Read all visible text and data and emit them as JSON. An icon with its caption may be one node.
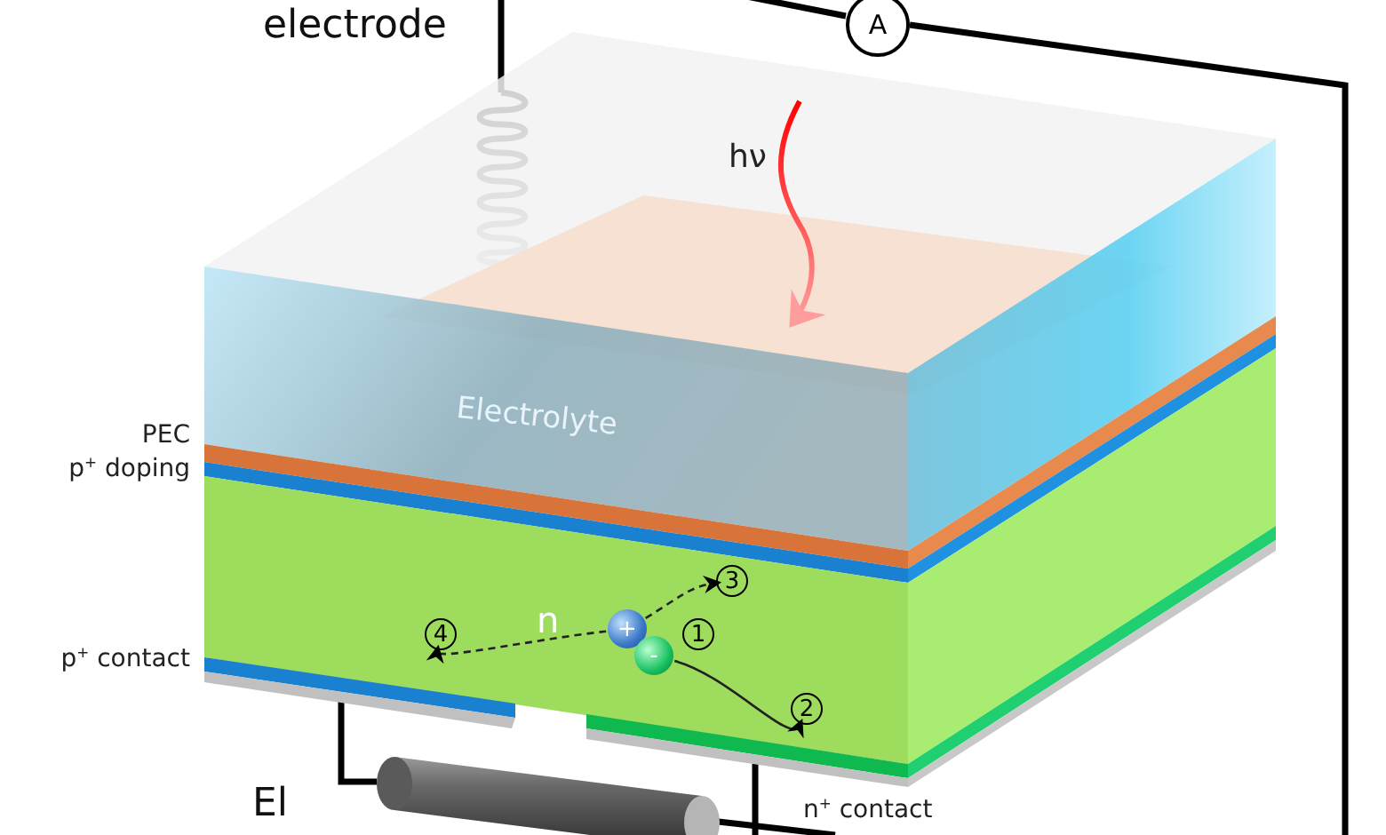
{
  "diagram": {
    "nodes": [
      {
        "text": [
          "A"
        ]
      },
      {
        "text": [
          "+"
        ]
      },
      {
        "text": [
          "-"
        ]
      },
      {
        "text": [
          "1"
        ]
      },
      {
        "text": [
          "2"
        ]
      },
      {
        "text": [
          "3"
        ]
      },
      {
        "text": [
          "4"
        ]
      }
    ],
    "edges": [
      {
        "from": 1,
        "to": 5,
        "arrow": "to",
        "style": "dashed"
      },
      {
        "from": 1,
        "to": 6,
        "arrow": "to",
        "style": "dashed"
      },
      {
        "from": 2,
        "to": 4,
        "arrow": "to"
      }
    ],
    "labels": [
      "electrode",
      "hν",
      "Electrolyte",
      "PEC",
      "p$^{+}$ doping",
      "n",
      "p$^{+}$ contact",
      "n$^{+}$ contact",
      "El"
    ]
  }
}
